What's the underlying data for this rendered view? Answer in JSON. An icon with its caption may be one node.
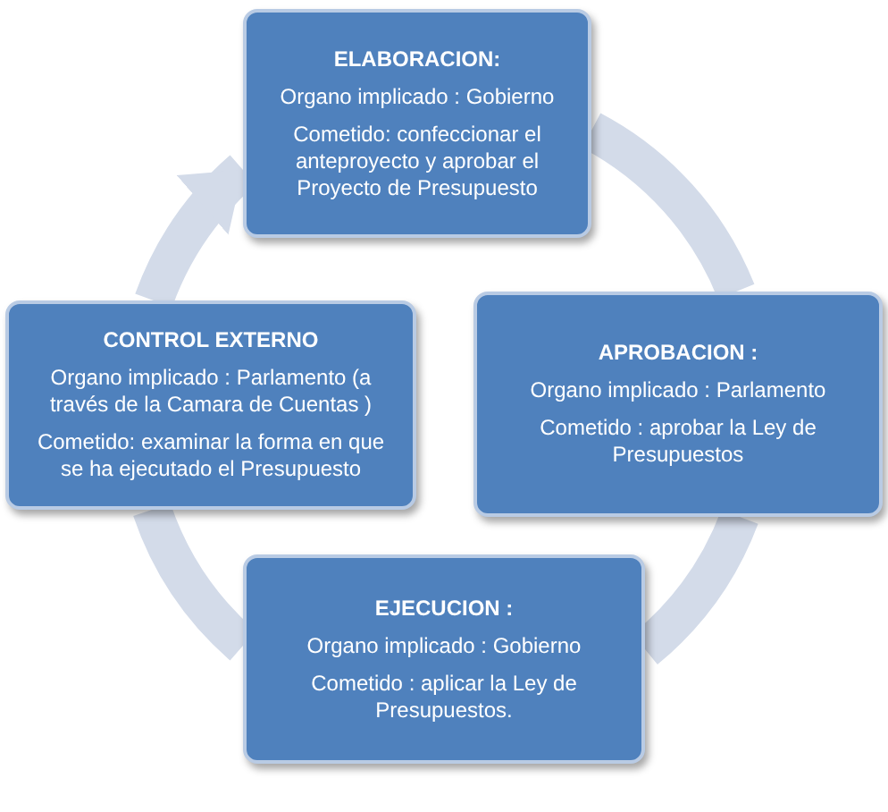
{
  "diagram": {
    "nodes": [
      {
        "text": [
          "ELABORACION:",
          "Organo implicado : Gobierno",
          "Cometido: confeccionar el anteproyecto y aprobar el Proyecto de Presupuesto"
        ]
      },
      {
        "text": [
          "CONTROL EXTERNO",
          "Organo implicado : Parlamento (a través de la Camara de Cuentas )",
          "Cometido: examinar la forma en que se ha ejecutado el Presupuesto"
        ]
      },
      {
        "text": [
          "APROBACION :",
          "Organo implicado : Parlamento",
          "Cometido : aprobar la Ley de Presupuestos"
        ]
      },
      {
        "text": [
          "EJECUCION :",
          "Organo implicado : Gobierno",
          "Cometido : aplicar la Ley de Presupuestos."
        ]
      }
    ],
    "edges": [
      {
        "from": 0,
        "to": 2,
        "arrow": "none"
      },
      {
        "from": 2,
        "to": 3,
        "arrow": "none"
      },
      {
        "from": 3,
        "to": 1,
        "arrow": "none"
      },
      {
        "from": 1,
        "to": 0,
        "arrow": "to"
      }
    ]
  }
}
